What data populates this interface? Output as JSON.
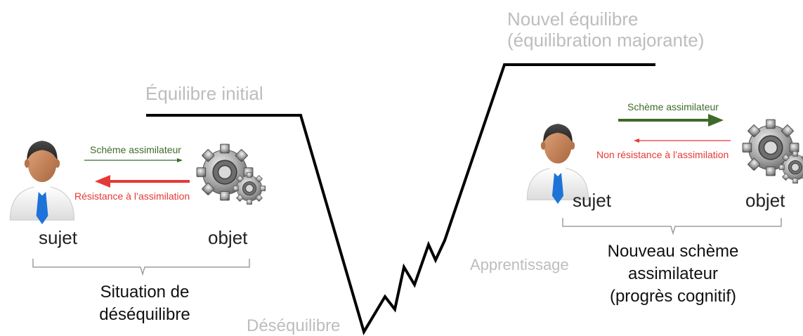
{
  "curve": {
    "initial_label": "Équilibre initial",
    "new_label_line1": "Nouvel équilibre",
    "new_label_line2": "(équilibration majorante)",
    "disequilibrium_label": "Déséquilibre",
    "learning_label": "Apprentissage"
  },
  "left_panel": {
    "subject_label": "sujet",
    "object_label": "objet",
    "scheme_arrow_label": "Schème assimilateur",
    "resistance_arrow_label": "Résistance à l’assimilation",
    "caption_line1": "Situation de",
    "caption_line2": "déséquilibre"
  },
  "right_panel": {
    "subject_label": "sujet",
    "object_label": "objet",
    "scheme_arrow_label": "Schème assimilateur",
    "resistance_arrow_label": "Non résistance à l’assimilation",
    "caption_line1": "Nouveau schème",
    "caption_line2": "assimilateur",
    "caption_line3": "(progrès cognitif)"
  },
  "colors": {
    "line": "#000000",
    "green_arrow": "#3f6b2a",
    "red_arrow": "#e53935",
    "stage_text": "#bdbdbd",
    "bracket": "#9e9e9e"
  },
  "icons": [
    "person-icon",
    "gears-icon"
  ]
}
